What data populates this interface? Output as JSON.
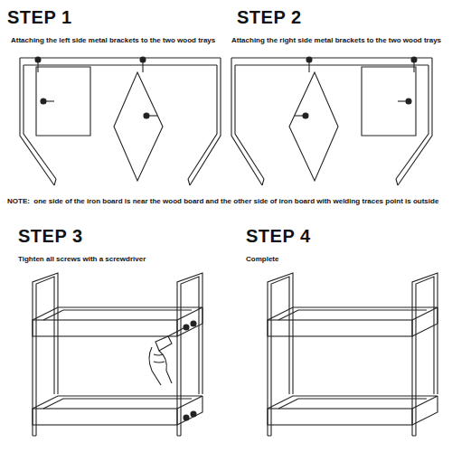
{
  "diagram": {
    "labels": [
      "STEP 1",
      "Attaching the left side metal brackets to the two wood trays",
      "STEP 2",
      "Attaching the right side metal brackets to the two wood trays",
      "NOTE:  one side of the iron board is near the wood board and the other side of iron board with welding traces point is outside",
      "STEP 3",
      "Tighten all screws with a screwdriver",
      "STEP 4",
      "Complete"
    ]
  }
}
